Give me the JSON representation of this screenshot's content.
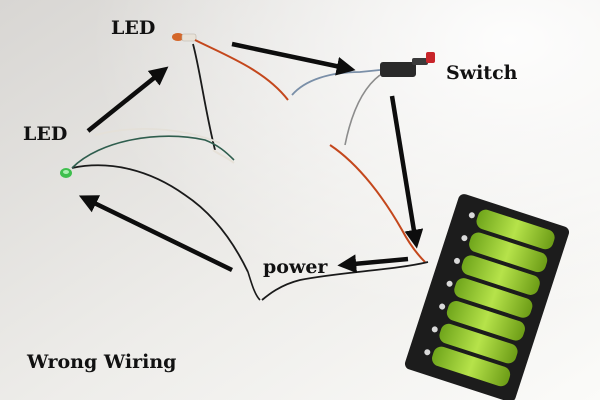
{
  "labels": {
    "led_top": "LED",
    "led_left": "LED",
    "switch": "Switch",
    "power": "power",
    "wrong_wiring": "Wrong Wiring"
  },
  "colors": {
    "background_light": "#f4f3f0",
    "background_shade": "#dcdad6",
    "battery_holder": "#1c1c1c",
    "battery_cell": "#9bcf2e",
    "red_wire": "#c4471c",
    "black_wire": "#1a1a1a",
    "blue_wire": "#7a8fa8",
    "arrow": "#0d0d0d"
  }
}
